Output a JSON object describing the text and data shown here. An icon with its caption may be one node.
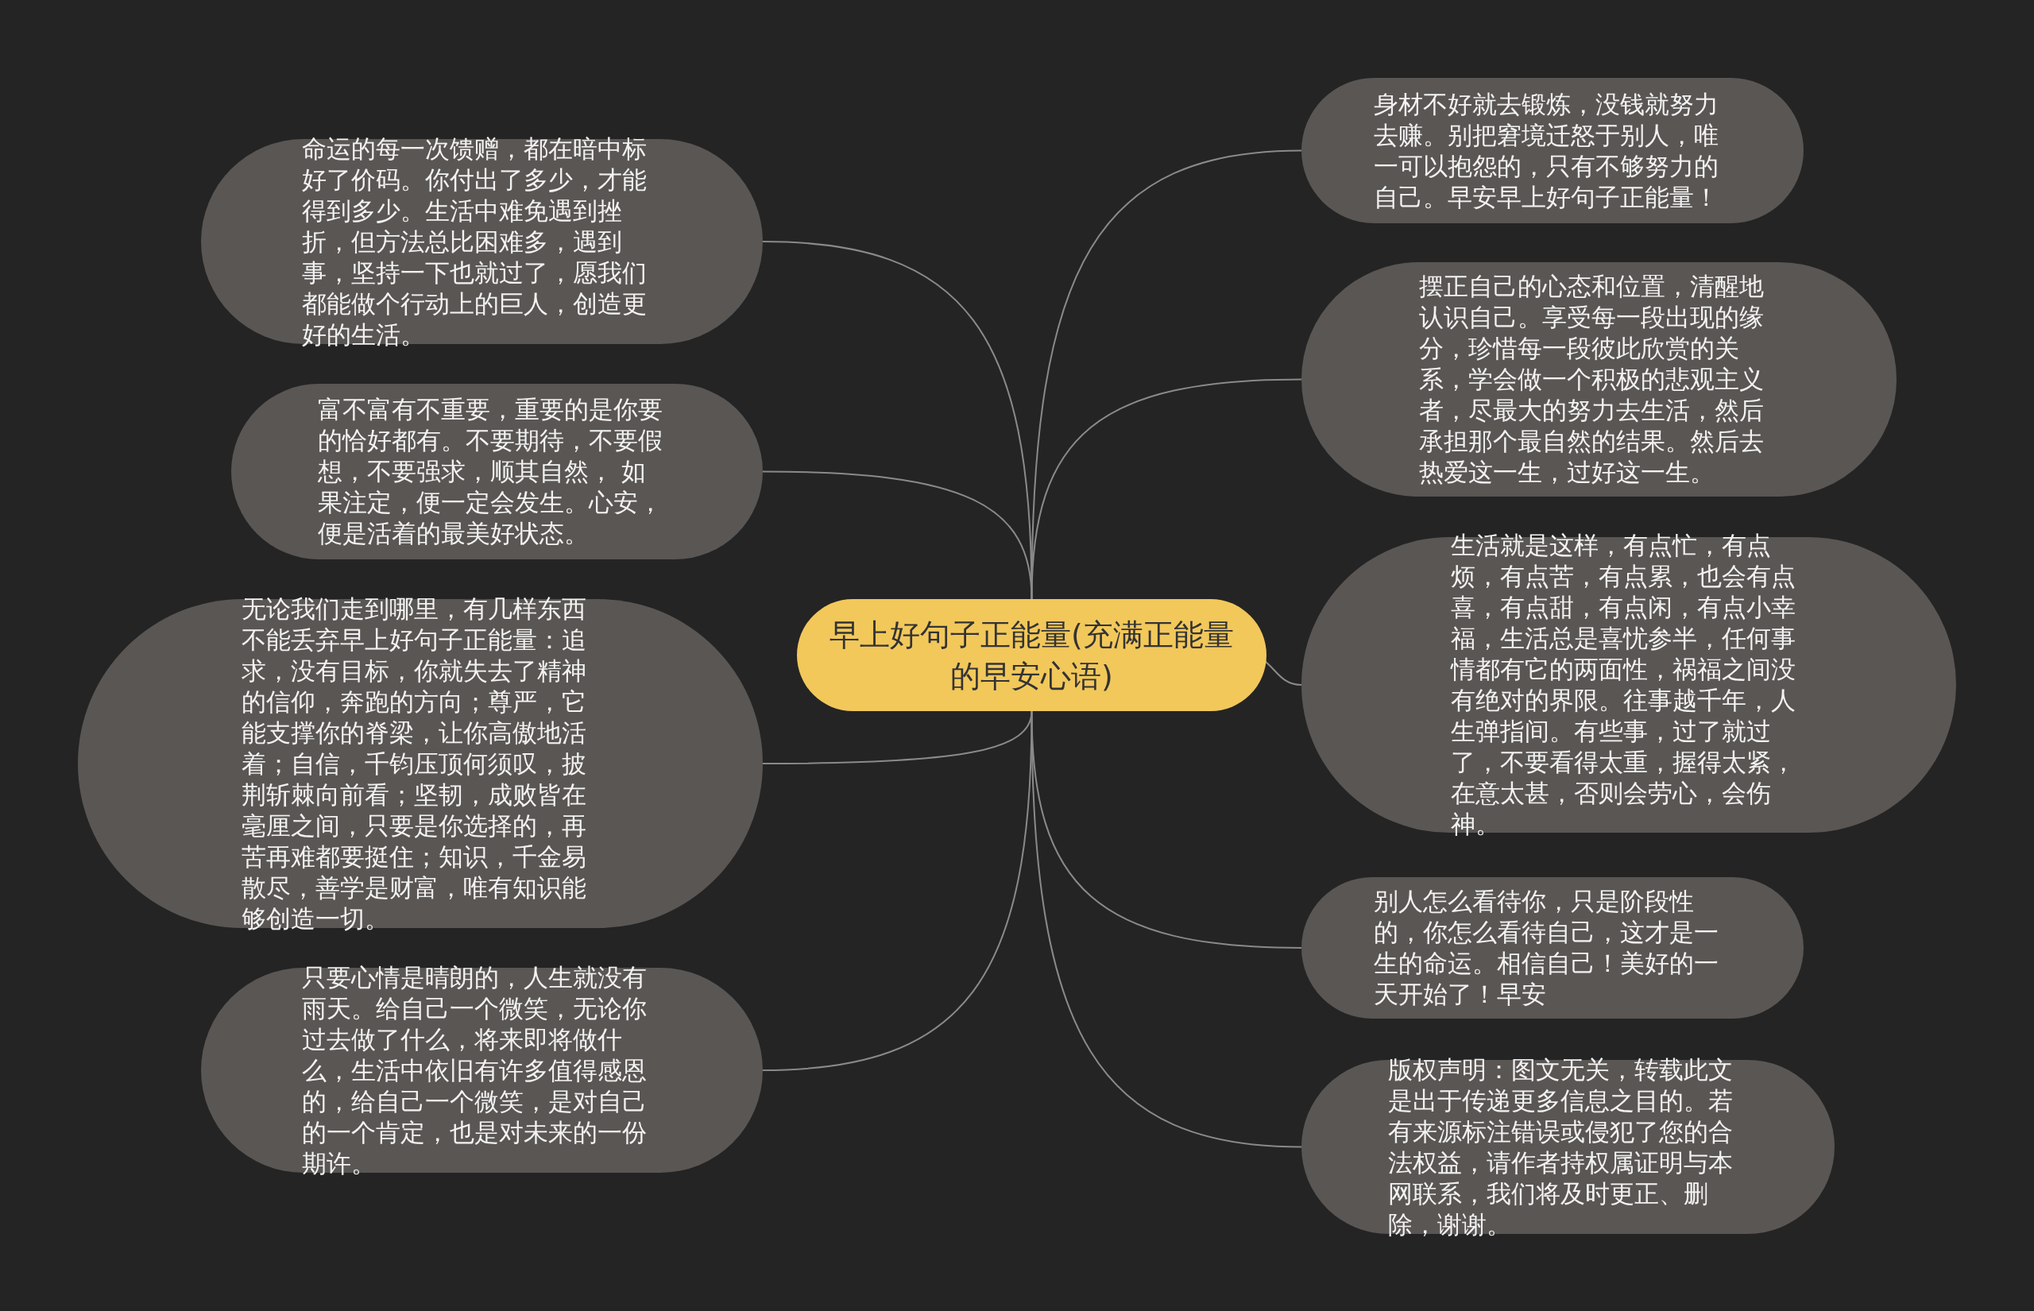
{
  "diagram": {
    "nodes": [
      {
        "text": [
          "早上好句子正能量(充满正能量的早安心语)"
        ]
      },
      {
        "text": [
          "命运的每一次馈赠，都在暗中标好了价码。你付出了多少，才能得到多少。生活中难免遇到挫折，但方法总比困难多，遇到事，坚持一下也就过了，愿我们都能做个行动上的巨人，创造更好的生活。"
        ]
      },
      {
        "text": [
          "富不富有不重要，重要的是你要的恰好都有。不要期待，不要假想，不要强求，顺其自然， 如果注定，便一定会发生。心安，便是活着的最美好状态。"
        ]
      },
      {
        "text": [
          "无论我们走到哪里，有几样东西不能丢弃早上好句子正能量：追求，没有目标，你就失去了精神的信仰，奔跑的方向；尊严，它能支撑你的脊梁，让你高傲地活着；自信，千钧压顶何须叹，披荆斩棘向前看；坚韧，成败皆在毫厘之间，只要是你选择的，再苦再难都要挺住；知识，千金易散尽，善学是财富，唯有知识能够创造一切。"
        ]
      },
      {
        "text": [
          "只要心情是晴朗的，人生就没有雨天。给自己一个微笑，无论你过去做了什么，将来即将做什么，生活中依旧有许多值得感恩的，给自己一个微笑，是对自己的一个肯定，也是对未来的一份期许。"
        ]
      },
      {
        "text": [
          "身材不好就去锻炼，没钱就努力去赚。别把窘境迁怒于别人，唯一可以抱怨的，只有不够努力的自己。早安早上好句子正能量！"
        ]
      },
      {
        "text": [
          "摆正自己的心态和位置，清醒地认识自己。享受每一段出现的缘分，珍惜每一段彼此欣赏的关系，学会做一个积极的悲观主义者，尽最大的努力去生活，然后承担那个最自然的结果。然后去热爱这一生，过好这一生。"
        ]
      },
      {
        "text": [
          "生活就是这样，有点忙，有点烦，有点苦，有点累，也会有点喜，有点甜，有点闲，有点小幸福，生活总是喜忧参半，任何事情都有它的两面性，祸福之间没有绝对的界限。往事越千年，人生弹指间。有些事，过了就过了，不要看得太重，握得太紧，在意太甚，否则会劳心，会伤神。"
        ]
      },
      {
        "text": [
          "别人怎么看待你，只是阶段性的，你怎么看待自己，这才是一生的命运。相信自己！美好的一天开始了！早安"
        ]
      },
      {
        "text": [
          "版权声明：图文无关，转载此文是出于传递更多信息之目的。若有来源标注错误或侵犯了您的合法权益，请作者持权属证明与本网联系，我们将及时更正、删除，谢谢。"
        ]
      }
    ],
    "edges": [
      {
        "from": 0,
        "to": 1,
        "arrow": "none"
      },
      {
        "from": 0,
        "to": 2,
        "arrow": "none"
      },
      {
        "from": 0,
        "to": 3,
        "arrow": "none"
      },
      {
        "from": 0,
        "to": 4,
        "arrow": "none"
      },
      {
        "from": 0,
        "to": 5,
        "arrow": "none"
      },
      {
        "from": 0,
        "to": 6,
        "arrow": "none"
      },
      {
        "from": 0,
        "to": 7,
        "arrow": "none"
      },
      {
        "from": 0,
        "to": 8,
        "arrow": "none"
      },
      {
        "from": 0,
        "to": 9,
        "arrow": "none"
      }
    ]
  }
}
